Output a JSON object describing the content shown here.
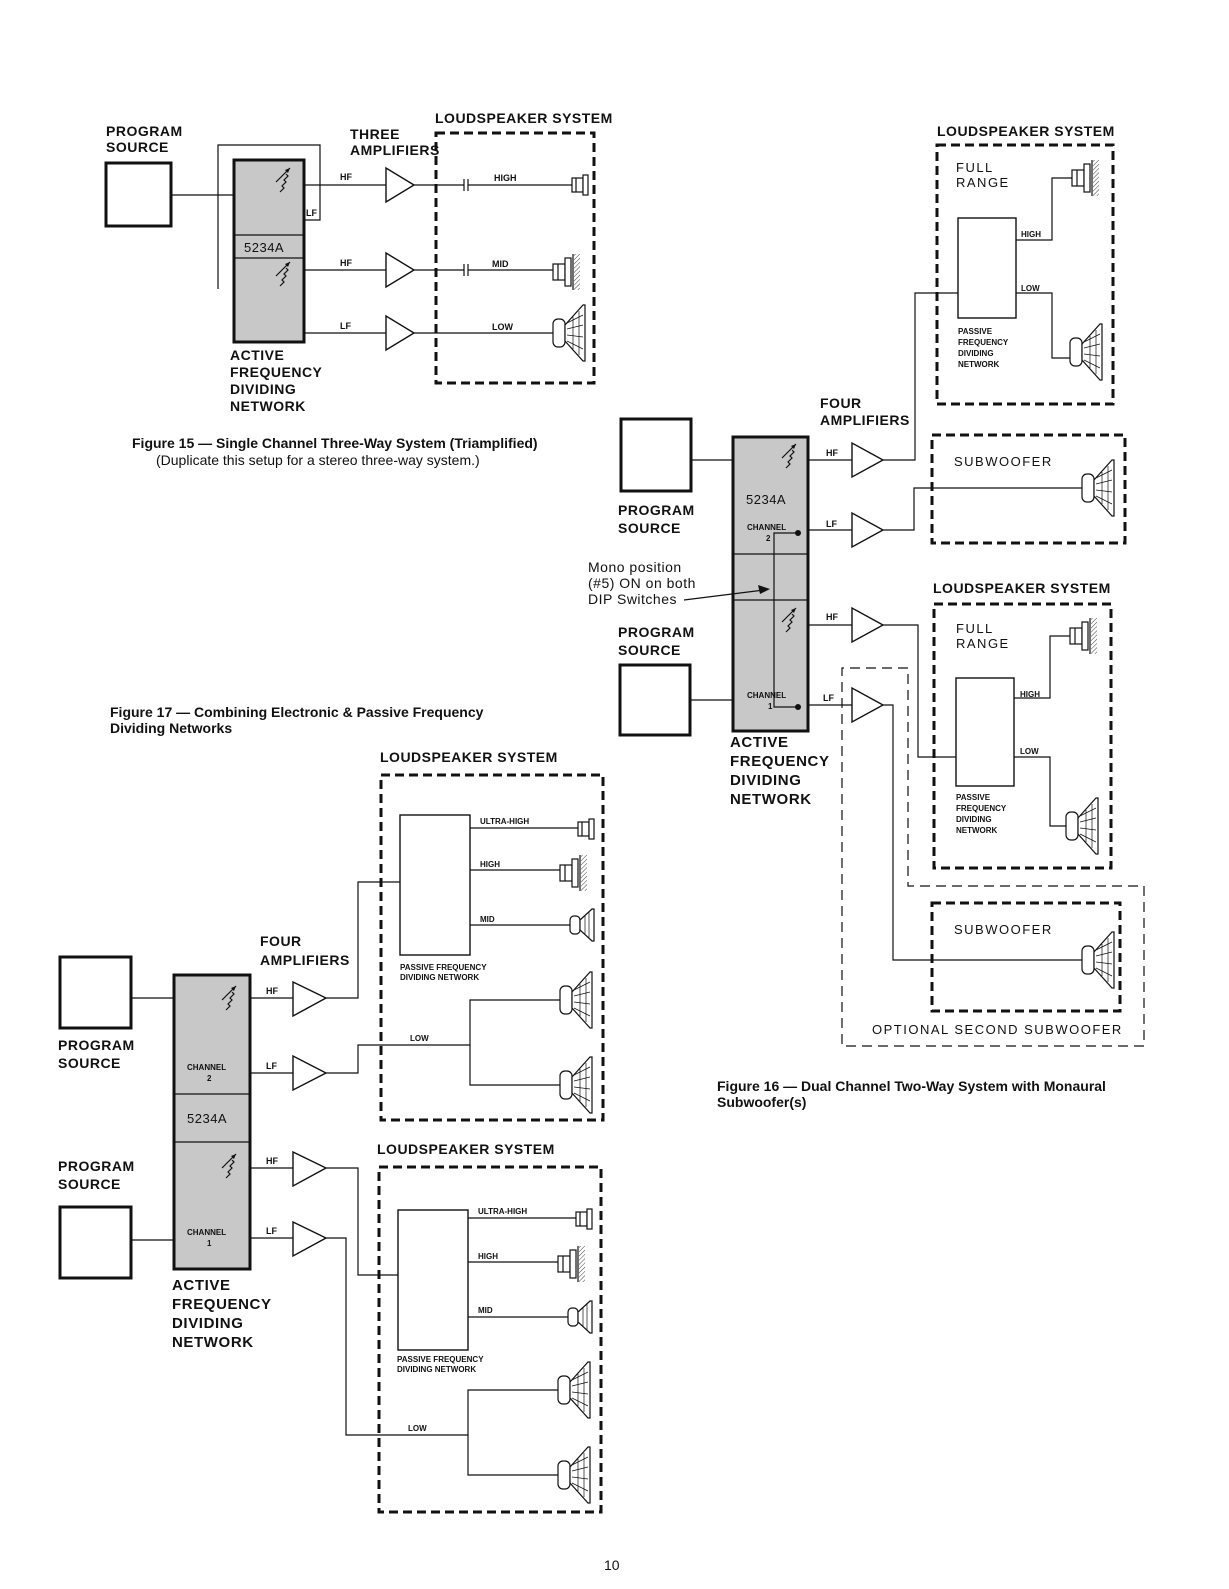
{
  "figure15": {
    "program_source": "PROGRAM SOURCE",
    "program_source_l1": "PROGRAM",
    "program_source_l2": "SOURCE",
    "amplifiers_l1": "THREE",
    "amplifiers_l2": "AMPLIFIERS",
    "loudspeaker_system": "LOUDSPEAKER SYSTEM",
    "model": "5234A",
    "lf_tap": "LF",
    "hf_1": "HF",
    "hf_2": "HF",
    "lf": "LF",
    "high": "HIGH",
    "mid": "MID",
    "low": "LOW",
    "network_l1": "ACTIVE",
    "network_l2": "FREQUENCY",
    "network_l3": "DIVIDING",
    "network_l4": "NETWORK",
    "caption": "Figure 15 — Single Channel Three-Way System (Triamplified)",
    "caption_sub": "(Duplicate this setup for a stereo three-way system.)"
  },
  "figure16": {
    "loudspeaker_system_1": "LOUDSPEAKER SYSTEM",
    "loudspeaker_system_2": "LOUDSPEAKER SYSTEM",
    "full_range_l1": "FULL",
    "full_range_l2": "RANGE",
    "high": "HIGH",
    "low": "LOW",
    "passive_l1": "PASSIVE",
    "passive_l2": "FREQUENCY",
    "passive_l3": "DIVIDING",
    "passive_l4": "NETWORK",
    "four_l1": "FOUR",
    "four_l2": "AMPLIFIERS",
    "subwoofer": "SUBWOOFER",
    "program_l1": "PROGRAM",
    "program_l2": "SOURCE",
    "model": "5234A",
    "channel_2_l1": "CHANNEL",
    "channel_2_l2": "2",
    "channel_1_l1": "CHANNEL",
    "channel_1_l2": "1",
    "hf": "HF",
    "lf": "LF",
    "mono_l1": "Mono position",
    "mono_l2": "(#5) ON on both",
    "mono_l3": "DIP Switches",
    "network_l1": "ACTIVE",
    "network_l2": "FREQUENCY",
    "network_l3": "DIVIDING",
    "network_l4": "NETWORK",
    "optional": "OPTIONAL SECOND SUBWOOFER",
    "caption_l1": "Figure 16 — Dual Channel Two-Way System with Monaural",
    "caption_l2": "Subwoofer(s)"
  },
  "figure17": {
    "caption_l1": "Figure 17 — Combining Electronic & Passive Frequency",
    "caption_l2": "Dividing Networks",
    "loudspeaker_system": "LOUDSPEAKER SYSTEM",
    "ultra_high": "ULTRA-HIGH",
    "high": "HIGH",
    "mid": "MID",
    "low": "LOW",
    "passive_l1": "PASSIVE FREQUENCY",
    "passive_l2": "DIVIDING NETWORK",
    "four_l1": "FOUR",
    "four_l2": "AMPLIFIERS",
    "program_l1": "PROGRAM",
    "program_l2": "SOURCE",
    "channel_2_l1": "CHANNEL",
    "channel_2_l2": "2",
    "channel_1_l1": "CHANNEL",
    "channel_1_l2": "1",
    "model": "5234A",
    "hf": "HF",
    "lf": "LF",
    "network_l1": "ACTIVE",
    "network_l2": "FREQUENCY",
    "network_l3": "DIVIDING",
    "network_l4": "NETWORK"
  },
  "page_number": "10"
}
